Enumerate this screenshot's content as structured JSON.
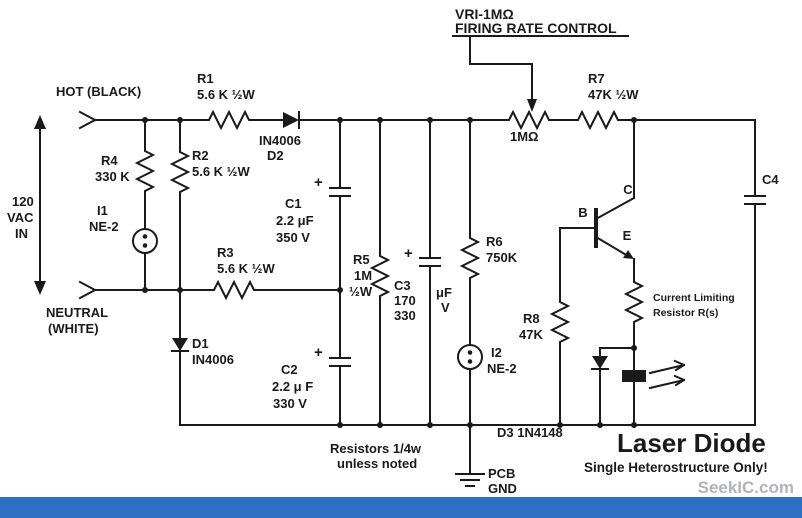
{
  "page": {
    "footer": {
      "bar_color": "#2f6fc3",
      "watermark": "SeekIC.com"
    }
  },
  "header": {
    "control_label_line1": "VRI-1MΩ",
    "control_label_line2": "FIRING RATE CONTROL"
  },
  "power_input": {
    "hot_label": "HOT (BLACK)",
    "neutral_label_line1": "NEUTRAL",
    "neutral_label_line2": "(WHITE)",
    "vac_line1": "120",
    "vac_line2": "VAC",
    "vac_line3": "IN"
  },
  "components": {
    "r1": {
      "ref": "R1",
      "value": "5.6 K ½W"
    },
    "r2": {
      "ref": "R2",
      "value": "5.6 K ½W"
    },
    "r3": {
      "ref": "R3",
      "value": "5.6 K ½W"
    },
    "r4": {
      "ref": "R4",
      "value": "330 K"
    },
    "r5": {
      "ref": "R5",
      "value_line1": "1M",
      "value_line2": "½W"
    },
    "r6": {
      "ref": "R6",
      "value": "750K"
    },
    "r7": {
      "ref": "R7",
      "value": "47K ½W"
    },
    "r8": {
      "ref": "R8",
      "value": "47K"
    },
    "vr1": {
      "value": "1MΩ"
    },
    "c1": {
      "ref": "C1",
      "value": "2.2 μF",
      "voltage": "350 V",
      "polarity": "+"
    },
    "c2": {
      "ref": "C2",
      "value": "2.2 μ F",
      "voltage": "330 V",
      "polarity": "+"
    },
    "c3": {
      "ref": "C3",
      "value": "170",
      "voltage": "330",
      "value_unit": "μF",
      "voltage_unit": "V",
      "polarity": "+"
    },
    "c4": {
      "ref": "C4"
    },
    "d1": {
      "ref": "D1",
      "value": "IN4006"
    },
    "d2": {
      "ref": "D2",
      "value": "IN4006"
    },
    "d3": {
      "label": "D3 1N4148"
    },
    "i1": {
      "ref": "I1",
      "value": "NE-2"
    },
    "i2": {
      "ref": "I2",
      "value": "NE-2"
    },
    "q1": {
      "base": "B",
      "collector": "C",
      "emitter": "E"
    },
    "rs": {
      "label_line1": "Current Limiting",
      "label_line2": "Resistor R(s)"
    }
  },
  "notes": {
    "resistor_note_line1": "Resistors 1/4w",
    "resistor_note_line2": "unless noted",
    "laser_title": "Laser Diode",
    "laser_subtitle": "Single Heterostructure Only!",
    "ground_line1": "PCB",
    "ground_line2": "GND"
  }
}
